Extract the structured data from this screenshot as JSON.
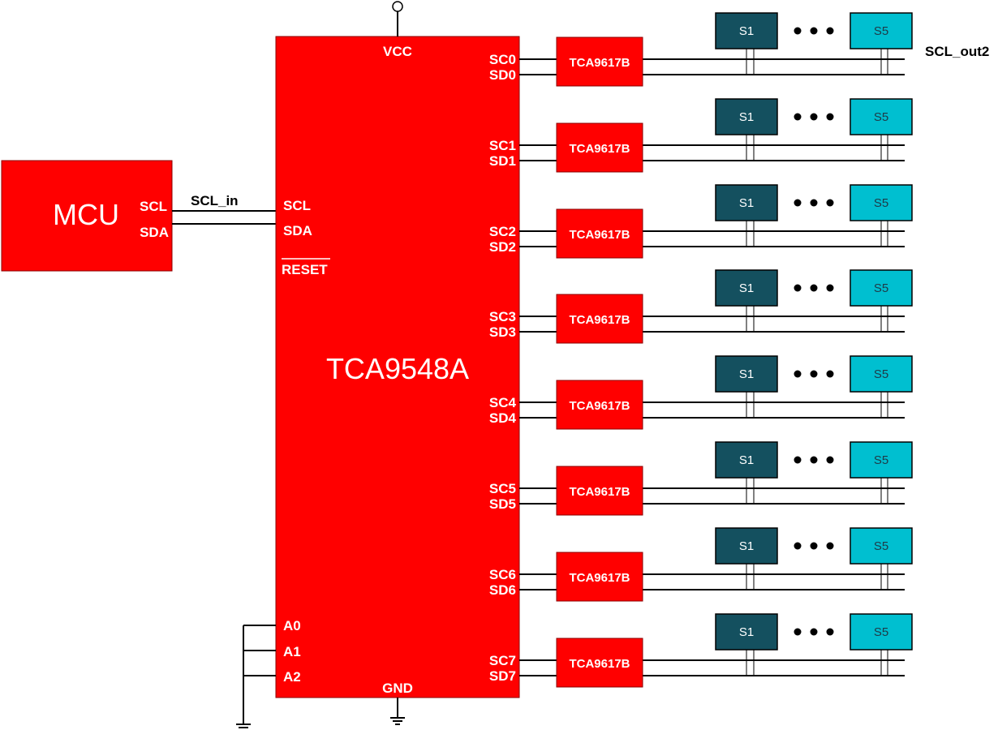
{
  "colors": {
    "block_red": "#ff0000",
    "sensor_dark": "#14505f",
    "sensor_light": "#00bfd0",
    "wire": "#000000"
  },
  "mcu": {
    "title": "MCU",
    "pin_scl": "SCL",
    "pin_sda": "SDA"
  },
  "bus_in_label": "SCL_in",
  "mux": {
    "title": "TCA9548A",
    "vcc": "VCC",
    "gnd": "GND",
    "scl": "SCL",
    "sda": "SDA",
    "reset": "RESET",
    "addr_pins": [
      "A0",
      "A1",
      "A2"
    ]
  },
  "out_label": "SCL_out2",
  "channels": [
    {
      "sc": "SC0",
      "sd": "SD0",
      "buffer": "TCA9617B",
      "sensor_first": "S1",
      "sensor_last": "S5"
    },
    {
      "sc": "SC1",
      "sd": "SD1",
      "buffer": "TCA9617B",
      "sensor_first": "S1",
      "sensor_last": "S5"
    },
    {
      "sc": "SC2",
      "sd": "SD2",
      "buffer": "TCA9617B",
      "sensor_first": "S1",
      "sensor_last": "S5"
    },
    {
      "sc": "SC3",
      "sd": "SD3",
      "buffer": "TCA9617B",
      "sensor_first": "S1",
      "sensor_last": "S5"
    },
    {
      "sc": "SC4",
      "sd": "SD4",
      "buffer": "TCA9617B",
      "sensor_first": "S1",
      "sensor_last": "S5"
    },
    {
      "sc": "SC5",
      "sd": "SD5",
      "buffer": "TCA9617B",
      "sensor_first": "S1",
      "sensor_last": "S5"
    },
    {
      "sc": "SC6",
      "sd": "SD6",
      "buffer": "TCA9617B",
      "sensor_first": "S1",
      "sensor_last": "S5"
    },
    {
      "sc": "SC7",
      "sd": "SD7",
      "buffer": "TCA9617B",
      "sensor_first": "S1",
      "sensor_last": "S5"
    }
  ]
}
